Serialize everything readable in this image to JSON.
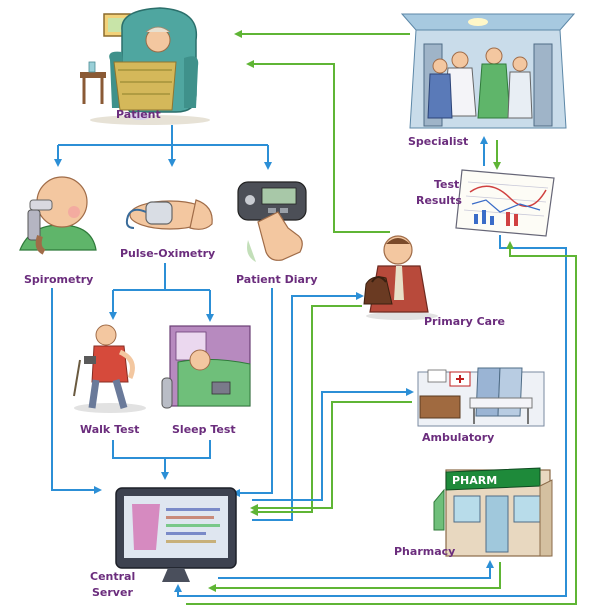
{
  "colors": {
    "label": "#6b2d7d",
    "blue_arrow": "#2c8fd6",
    "green_arrow": "#5fb535",
    "background": "#ffffff"
  },
  "nodes": {
    "patient": {
      "label": "Patient",
      "icon": "patient-in-armchair-illustration"
    },
    "spirometry": {
      "label": "Spirometry",
      "icon": "spirometry-illustration"
    },
    "pulse_oximetry": {
      "label": "Pulse-Oximetry",
      "icon": "pulse-oximeter-finger-illustration"
    },
    "patient_diary": {
      "label": "Patient Diary",
      "icon": "handheld-diary-device-illustration"
    },
    "walk_test": {
      "label": "Walk Test",
      "icon": "walk-test-illustration"
    },
    "sleep_test": {
      "label": "Sleep Test",
      "icon": "sleep-test-illustration"
    },
    "central_server": {
      "label_line1": "Central",
      "label_line2": "Server",
      "icon": "computer-monitor-illustration"
    },
    "specialist": {
      "label": "Specialist",
      "icon": "specialist-doctors-illustration"
    },
    "test_results": {
      "label_line1": "Test",
      "label_line2": "Results",
      "icon": "test-results-chart-illustration"
    },
    "primary_care": {
      "label": "Primary Care",
      "icon": "primary-care-doctor-illustration"
    },
    "ambulatory": {
      "label": "Ambulatory",
      "icon": "ambulatory-room-illustration"
    },
    "pharmacy": {
      "label": "Pharmacy",
      "icon": "pharmacy-storefront-illustration",
      "sign_text": "PHARM"
    }
  }
}
